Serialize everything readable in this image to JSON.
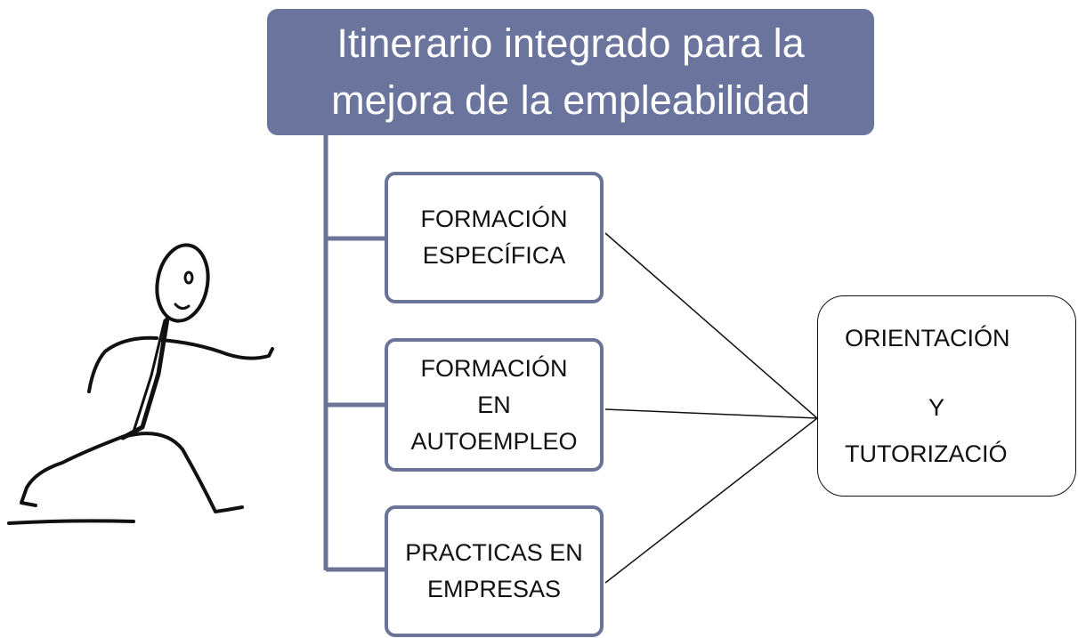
{
  "title": {
    "line1": "Itinerario integrado para la",
    "line2": "mejora de la empleabilidad"
  },
  "boxes": [
    {
      "lines": [
        "FORMACIÓN",
        "ESPECÍFICA"
      ]
    },
    {
      "lines": [
        "FORMACIÓN",
        "EN",
        "AUTOEMPLEO"
      ]
    },
    {
      "lines": [
        "PRACTICAS EN",
        "EMPRESAS"
      ]
    }
  ],
  "target": {
    "line1": "ORIENTACIÓN",
    "line2": "Y",
    "line3": "TUTORIZACIÓ"
  },
  "colors": {
    "title_bg": "#6a749c",
    "box_border": "#6b7397",
    "connector": "#6b7397"
  }
}
